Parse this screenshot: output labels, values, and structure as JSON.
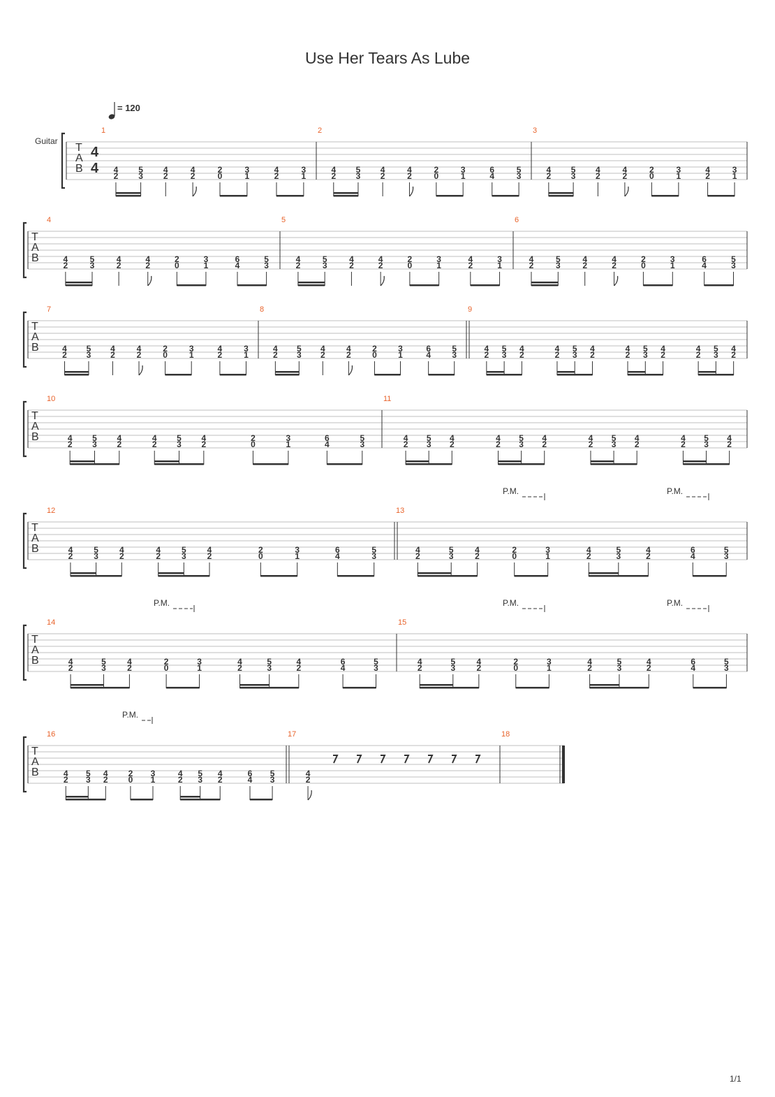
{
  "song_title": "Use Her Tears As Lube",
  "instrument_label": "Guitar",
  "tempo_value": "= 120",
  "time_signature": {
    "top": "4",
    "bottom": "4"
  },
  "tab_letters": [
    "T",
    "A",
    "B"
  ],
  "pm_label": "P.M.",
  "page_number": "1/1",
  "colors": {
    "measure_number": "#e8632b",
    "ink": "#333333",
    "staff_line": "#aaaaaa"
  },
  "motifs": {
    "A": {
      "chords": [
        [
          "4",
          "2"
        ],
        [
          "5",
          "3"
        ],
        [
          "4",
          "2"
        ],
        [
          "4",
          "2"
        ],
        [
          "2",
          "0"
        ],
        [
          "3",
          "1"
        ],
        [
          "4",
          "2"
        ],
        [
          "3",
          "1"
        ]
      ],
      "rhythm": "riff"
    },
    "B": {
      "chords": [
        [
          "4",
          "2"
        ],
        [
          "5",
          "3"
        ],
        [
          "4",
          "2"
        ],
        [
          "4",
          "2"
        ],
        [
          "2",
          "0"
        ],
        [
          "3",
          "1"
        ],
        [
          "6",
          "4"
        ],
        [
          "5",
          "3"
        ]
      ],
      "rhythm": "riff"
    },
    "C": {
      "chords": [
        [
          "4",
          "2"
        ],
        [
          "5",
          "3"
        ],
        [
          "4",
          "2"
        ],
        [
          "4",
          "2"
        ],
        [
          "5",
          "3"
        ],
        [
          "4",
          "2"
        ],
        [
          "4",
          "2"
        ],
        [
          "5",
          "3"
        ],
        [
          "4",
          "2"
        ],
        [
          "4",
          "2"
        ],
        [
          "5",
          "3"
        ],
        [
          "4",
          "2"
        ]
      ],
      "rhythm": "triplet4"
    },
    "D": {
      "chords": [
        [
          "4",
          "2"
        ],
        [
          "5",
          "3"
        ],
        [
          "4",
          "2"
        ],
        [
          "4",
          "2"
        ],
        [
          "5",
          "3"
        ],
        [
          "4",
          "2"
        ],
        [
          "2",
          "0"
        ],
        [
          "3",
          "1"
        ],
        [
          "6",
          "4"
        ],
        [
          "5",
          "3"
        ]
      ],
      "rhythm": "mix10"
    },
    "E": {
      "chords": [
        [
          "4",
          "2"
        ],
        [
          "5",
          "3"
        ],
        [
          "4",
          "2"
        ],
        [
          "2",
          "0"
        ],
        [
          "3",
          "1"
        ],
        [
          "4",
          "2"
        ],
        [
          "5",
          "3"
        ],
        [
          "4",
          "2"
        ],
        [
          "6",
          "4"
        ],
        [
          "5",
          "3"
        ]
      ],
      "rhythm": "mix10b"
    },
    "F": {
      "chords": [
        [
          "4",
          "2"
        ]
      ],
      "rhythm": "end",
      "rests": 7
    }
  },
  "measures": [
    {
      "number": "1",
      "motif": "A"
    },
    {
      "number": "2",
      "motif": "B"
    },
    {
      "number": "3",
      "motif": "A"
    },
    {
      "number": "4",
      "motif": "B"
    },
    {
      "number": "5",
      "motif": "A"
    },
    {
      "number": "6",
      "motif": "B"
    },
    {
      "number": "7",
      "motif": "A"
    },
    {
      "number": "8",
      "motif": "B"
    },
    {
      "number": "9",
      "motif": "C"
    },
    {
      "number": "10",
      "motif": "D"
    },
    {
      "number": "11",
      "motif": "C"
    },
    {
      "number": "12",
      "motif": "D"
    },
    {
      "number": "13",
      "motif": "E"
    },
    {
      "number": "14",
      "motif": "E"
    },
    {
      "number": "15",
      "motif": "E"
    },
    {
      "number": "16",
      "motif": "E"
    },
    {
      "number": "17",
      "motif": "F"
    },
    {
      "number": "18",
      "motif": null
    }
  ]
}
